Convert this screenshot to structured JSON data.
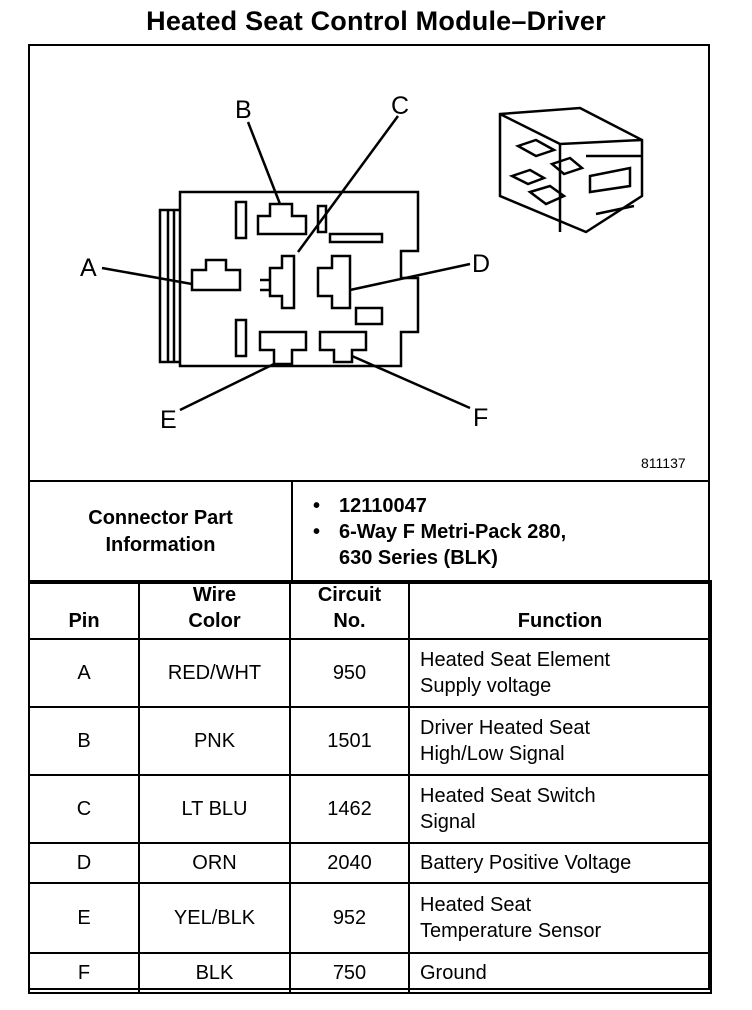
{
  "title": "Heated Seat Control Module–Driver",
  "figure_number": "811137",
  "diagram": {
    "pin_labels": [
      "A",
      "B",
      "C",
      "D",
      "E",
      "F"
    ]
  },
  "connector_info": {
    "label_line1": "Connector Part",
    "label_line2": "Information",
    "items": [
      {
        "line1": "12110047",
        "line2": ""
      },
      {
        "line1": "6-Way F Metri-Pack 280,",
        "line2": "630 Series (BLK)"
      }
    ]
  },
  "pin_table": {
    "headers": {
      "pin": "Pin",
      "wire_color_1": "Wire",
      "wire_color_2": "Color",
      "circuit_1": "Circuit",
      "circuit_2": "No.",
      "function": "Function"
    },
    "rows": [
      {
        "pin": "A",
        "wire": "RED/WHT",
        "circuit": "950",
        "function1": "Heated Seat Element",
        "function2": "Supply voltage"
      },
      {
        "pin": "B",
        "wire": "PNK",
        "circuit": "1501",
        "function1": "Driver Heated Seat",
        "function2": "High/Low Signal"
      },
      {
        "pin": "C",
        "wire": "LT BLU",
        "circuit": "1462",
        "function1": "Heated Seat Switch",
        "function2": "Signal"
      },
      {
        "pin": "D",
        "wire": "ORN",
        "circuit": "2040",
        "function1": "Battery Positive Voltage",
        "function2": ""
      },
      {
        "pin": "E",
        "wire": "YEL/BLK",
        "circuit": "952",
        "function1": "Heated Seat",
        "function2": "Temperature Sensor"
      },
      {
        "pin": "F",
        "wire": "BLK",
        "circuit": "750",
        "function1": "Ground",
        "function2": ""
      }
    ]
  }
}
